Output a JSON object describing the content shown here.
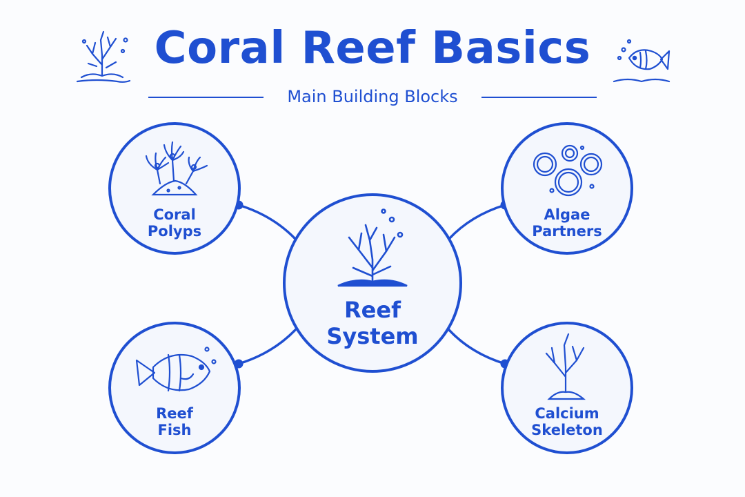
{
  "header": {
    "title": "Coral Reef Basics",
    "subtitle": "Main Building Blocks"
  },
  "center": {
    "line1": "Reef",
    "line2": "System",
    "icon": "branching-coral-icon"
  },
  "nodes": [
    {
      "id": "coral-polyps",
      "line1": "Coral",
      "line2": "Polyps",
      "icon": "coral-polyps-icon"
    },
    {
      "id": "algae-partners",
      "line1": "Algae",
      "line2": "Partners",
      "icon": "algae-cells-icon"
    },
    {
      "id": "reef-fish",
      "line1": "Reef",
      "line2": "Fish",
      "icon": "fish-icon"
    },
    {
      "id": "calcium-skeleton",
      "line1": "Calcium",
      "line2": "Skeleton",
      "icon": "coral-skeleton-icon"
    }
  ],
  "decorations": [
    "coral-icon",
    "fish-icon"
  ],
  "colors": {
    "accent": "#1f4fd1",
    "background": "#fbfcfe",
    "fill": "#f4f7fd"
  }
}
